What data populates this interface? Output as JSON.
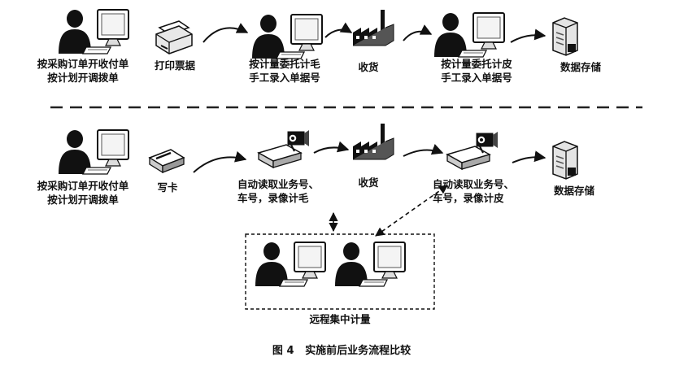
{
  "top_row": {
    "step1": [
      "按采购订单开收付单",
      "按计划开调拨单"
    ],
    "step2": "打印票据",
    "step3": [
      "按计量委托计毛",
      "手工录入单据号"
    ],
    "step4": "收货",
    "step5": [
      "按计量委托计皮",
      "手工录入单据号"
    ],
    "step6": "数据存储"
  },
  "bottom_row": {
    "step1": [
      "按采购订单开收付单",
      "按计划开调拨单"
    ],
    "step2": "写卡",
    "step3": [
      "自动读取业务号、",
      "车号，录像计毛"
    ],
    "step4": "收货",
    "step5": [
      "自动读取业务号、",
      "车号，录像计皮"
    ],
    "step6": "数据存储"
  },
  "remote_box_label": "远程集中计量",
  "caption": "图 4   实施前后业务流程比较",
  "icons": {
    "person_computer": "person-at-computer-icon",
    "printer": "printer-icon",
    "card": "card-writer-icon",
    "factory": "factory-icon",
    "camera": "camera-scanner-icon",
    "server": "database-server-icon"
  },
  "colors": {
    "ink": "#111111",
    "line": "#222222",
    "screen": "#f4f4f4"
  }
}
